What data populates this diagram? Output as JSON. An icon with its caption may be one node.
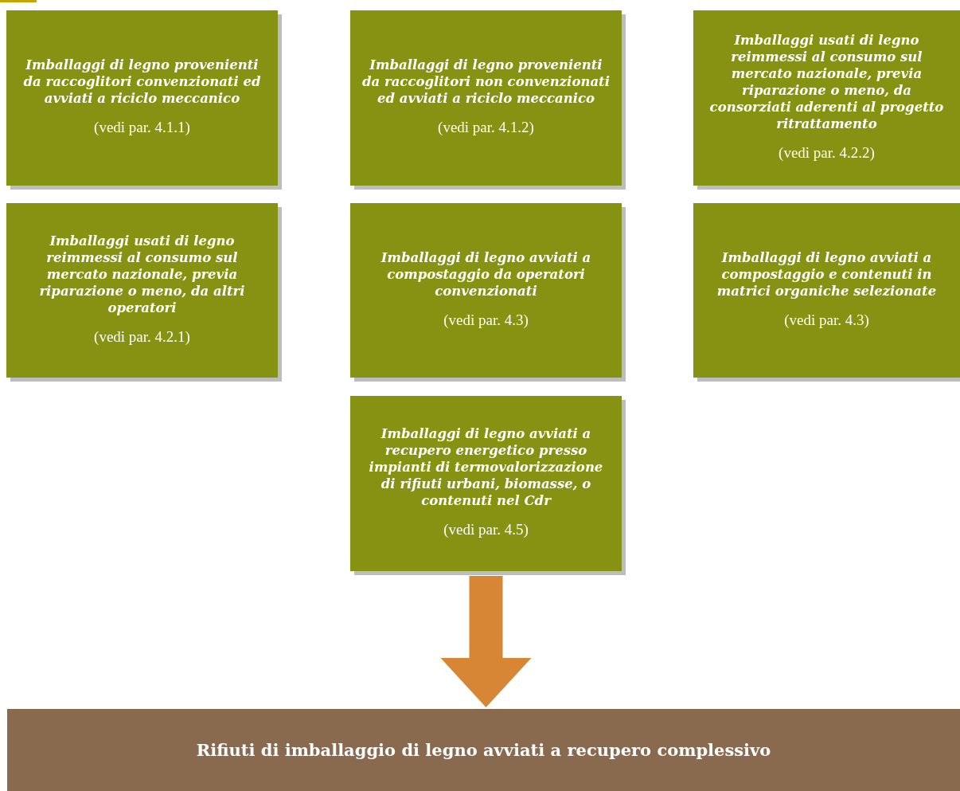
{
  "diagram": {
    "nodes": [
      {
        "text": [
          "Imballaggi di legno provenienti da raccoglitori convenzionati ed avviati a riciclo meccanico",
          "(vedi par. 4.1.1)"
        ]
      },
      {
        "text": [
          "Imballaggi di legno provenienti da raccoglitori non convenzionati ed avviati a riciclo meccanico",
          "(vedi par. 4.1.2)"
        ]
      },
      {
        "text": [
          "Imballaggi usati di legno reimmessi al consumo sul mercato nazionale, previa riparazione o meno, da consorziati aderenti al progetto ritrattamento",
          "(vedi par. 4.2.2)"
        ]
      },
      {
        "text": [
          "Imballaggi usati di legno reimmessi al consumo sul mercato nazionale, previa riparazione o meno, da altri operatori",
          "(vedi par. 4.2.1)"
        ]
      },
      {
        "text": [
          "Imballaggi di legno avviati a compostaggio da operatori convenzionati",
          "(vedi par. 4.3)"
        ]
      },
      {
        "text": [
          "Imballaggi di legno avviati a compostaggio e contenuti in matrici organiche selezionate",
          "(vedi par. 4.3)"
        ]
      },
      {
        "text": [
          "Imballaggi di legno avviati a recupero energetico presso impianti di termovalorizzazione di rifiuti urbani, biomasse, o contenuti nel Cdr",
          "(vedi par. 4.5)"
        ]
      },
      {
        "text": [
          "Rifiuti di imballaggio di legno avviati a recupero complessivo"
        ]
      }
    ],
    "edges": [
      {
        "from": 6,
        "to": 7,
        "arrow": "to",
        "style": "thick",
        "color": "#d68634"
      }
    ]
  }
}
